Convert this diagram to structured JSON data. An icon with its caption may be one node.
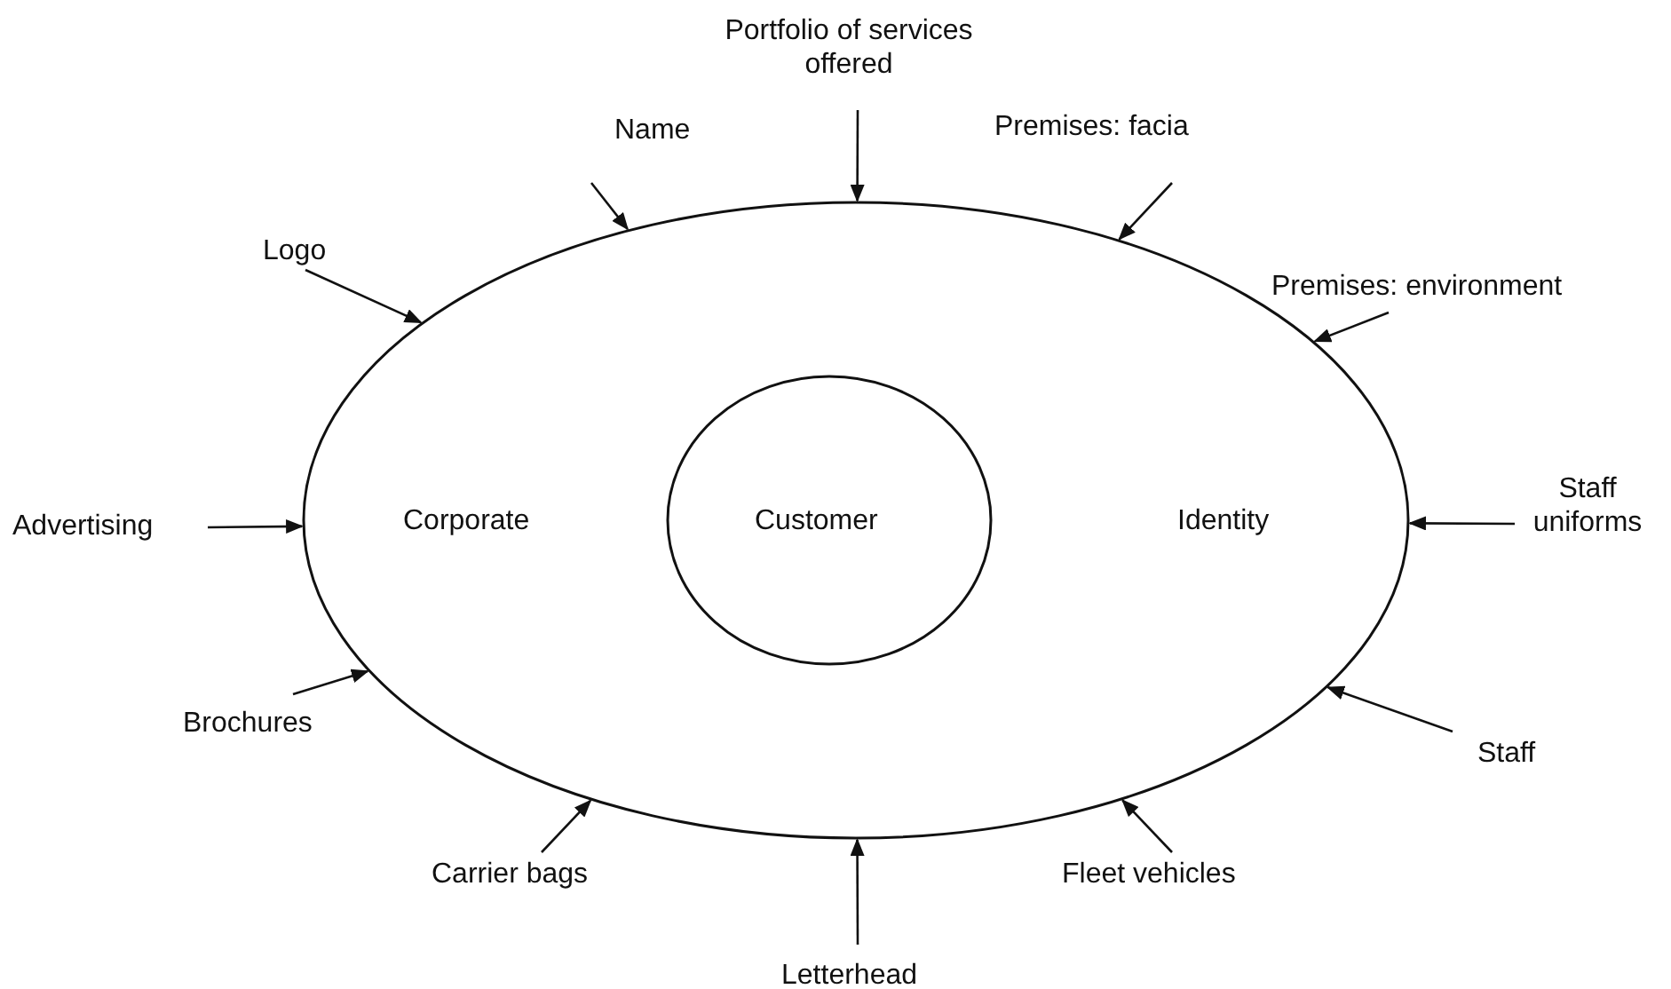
{
  "diagram": {
    "nodes": [
      {
        "text": [
          "Corporate",
          "Identity"
        ]
      },
      {
        "text": [
          "Customer"
        ],
        "in": 0
      },
      {
        "text": [
          "Portfolio of services offered"
        ]
      },
      {
        "text": [
          "Name"
        ]
      },
      {
        "text": [
          "Premises: facia"
        ]
      },
      {
        "text": [
          "Logo"
        ]
      },
      {
        "text": [
          "Premises: environment"
        ]
      },
      {
        "text": [
          "Advertising"
        ]
      },
      {
        "text": [
          "Staff uniforms"
        ]
      },
      {
        "text": [
          "Brochures"
        ]
      },
      {
        "text": [
          "Staff"
        ]
      },
      {
        "text": [
          "Carrier bags"
        ]
      },
      {
        "text": [
          "Fleet vehicles"
        ]
      },
      {
        "text": [
          "Letterhead"
        ]
      }
    ],
    "edges": [
      {
        "from": 2,
        "to": 0,
        "arrow": "to"
      },
      {
        "from": 3,
        "to": 0,
        "arrow": "to"
      },
      {
        "from": 4,
        "to": 0,
        "arrow": "to"
      },
      {
        "from": 5,
        "to": 0,
        "arrow": "to"
      },
      {
        "from": 6,
        "to": 0,
        "arrow": "to"
      },
      {
        "from": 7,
        "to": 0,
        "arrow": "to"
      },
      {
        "from": 8,
        "to": 0,
        "arrow": "to"
      },
      {
        "from": 9,
        "to": 0,
        "arrow": "to"
      },
      {
        "from": 10,
        "to": 0,
        "arrow": "to"
      },
      {
        "from": 11,
        "to": 0,
        "arrow": "to"
      },
      {
        "from": 12,
        "to": 0,
        "arrow": "to"
      },
      {
        "from": 13,
        "to": 0,
        "arrow": "to"
      }
    ]
  }
}
